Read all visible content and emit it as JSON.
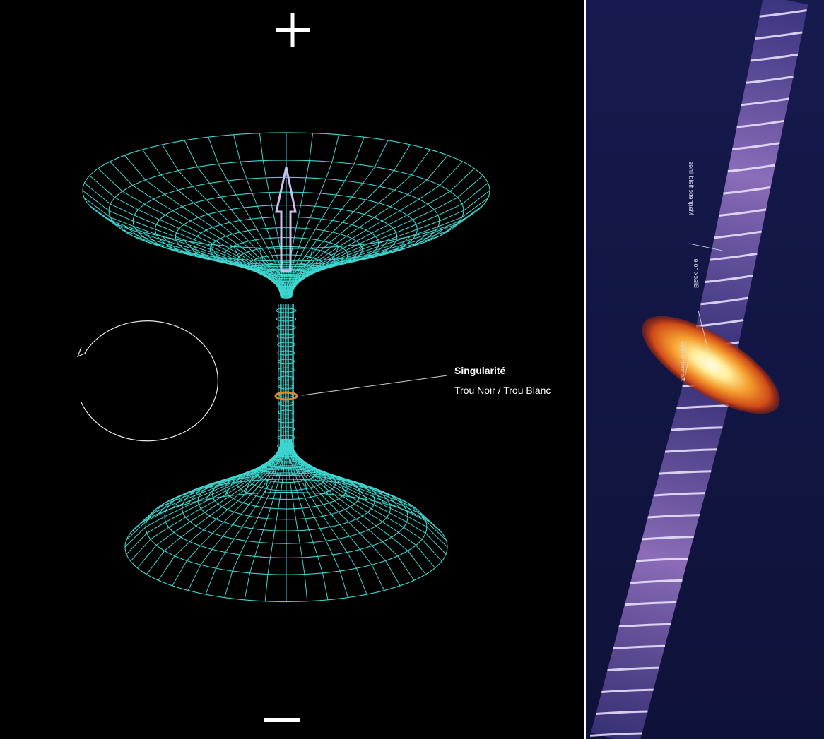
{
  "left_panel": {
    "top_symbol": "+",
    "bottom_symbol": "—",
    "annotation": {
      "title": "Singularité",
      "subtitle": "Trou Noir / Trou Blanc"
    },
    "colors": {
      "background": "#000000",
      "mesh": "#3fd6d0",
      "singularity_ring": "#e08a2a",
      "arrow": "#c8c0f0"
    }
  },
  "right_panel": {
    "labels": [
      "Magnetic field lines",
      "Black hole",
      "Accretion disk"
    ],
    "colors": {
      "background": "#141646",
      "jet": "#8a6ac8",
      "disk_core": "#fff6c0",
      "disk_edge": "#e0501a"
    }
  }
}
